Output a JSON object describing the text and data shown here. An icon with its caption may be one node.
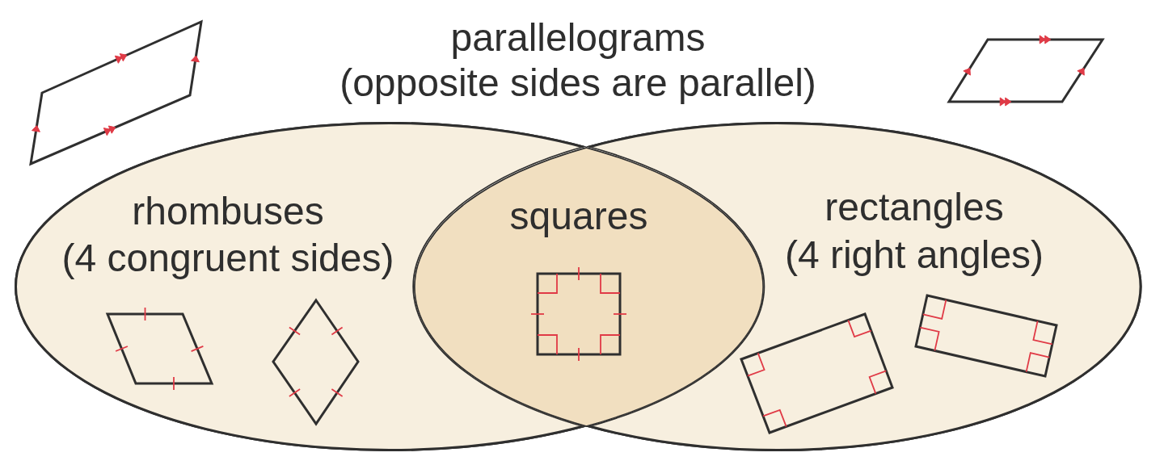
{
  "diagram": {
    "nodes": [
      {
        "text": [
          "rhombuses",
          "(4 congruent sides)"
        ]
      },
      {
        "text": [
          "squares"
        ]
      },
      {
        "text": [
          "rectangles",
          "(4 right angles)"
        ]
      }
    ],
    "labels": [
      "parallelograms",
      "(opposite sides are parallel)"
    ]
  }
}
